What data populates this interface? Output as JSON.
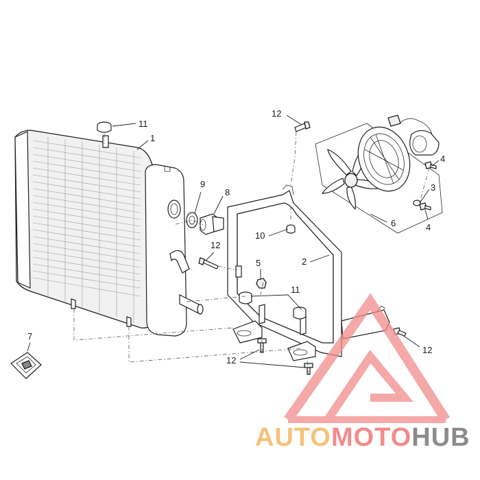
{
  "callouts": [
    {
      "id": "c11a",
      "label": "11"
    },
    {
      "id": "c1",
      "label": "1"
    },
    {
      "id": "c12a",
      "label": "12"
    },
    {
      "id": "c9",
      "label": "9"
    },
    {
      "id": "c8",
      "label": "8"
    },
    {
      "id": "c12b",
      "label": "12"
    },
    {
      "id": "c10",
      "label": "10"
    },
    {
      "id": "c5",
      "label": "5"
    },
    {
      "id": "c2",
      "label": "2"
    },
    {
      "id": "c11b",
      "label": "11"
    },
    {
      "id": "c4a",
      "label": "4"
    },
    {
      "id": "c3",
      "label": "3"
    },
    {
      "id": "c4b",
      "label": "4"
    },
    {
      "id": "c6",
      "label": "6"
    },
    {
      "id": "c7",
      "label": "7"
    },
    {
      "id": "c12c",
      "label": "12"
    },
    {
      "id": "c12d",
      "label": "12"
    }
  ],
  "watermark": {
    "part1": "AUTO",
    "part2": "MOTO",
    "part3": "HUB",
    "color1": "#f3c27a",
    "color2": "#f28b8b",
    "color3": "#8b8b8b",
    "logo_color": "#f28b8b"
  }
}
